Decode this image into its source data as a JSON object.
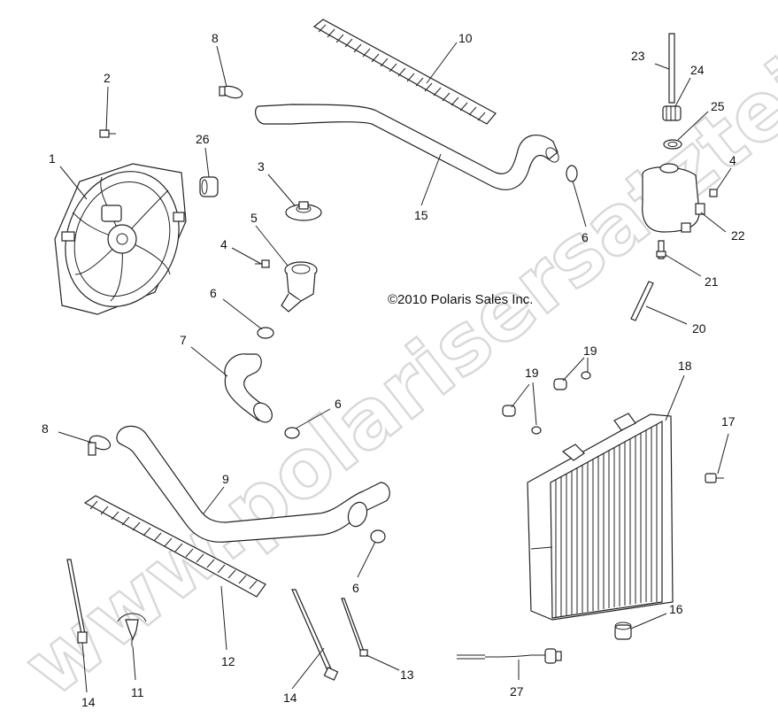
{
  "copyright": "©2010 Polaris Sales Inc.",
  "watermark": "www.polarisersatzteile.de",
  "callouts": [
    {
      "id": "c1",
      "text": "1"
    },
    {
      "id": "c2",
      "text": "2"
    },
    {
      "id": "c3",
      "text": "3"
    },
    {
      "id": "c4a",
      "text": "4"
    },
    {
      "id": "c4b",
      "text": "4"
    },
    {
      "id": "c5",
      "text": "5"
    },
    {
      "id": "c6a",
      "text": "6"
    },
    {
      "id": "c6b",
      "text": "6"
    },
    {
      "id": "c6c",
      "text": "6"
    },
    {
      "id": "c6d",
      "text": "6"
    },
    {
      "id": "c7",
      "text": "7"
    },
    {
      "id": "c8a",
      "text": "8"
    },
    {
      "id": "c8b",
      "text": "8"
    },
    {
      "id": "c9",
      "text": "9"
    },
    {
      "id": "c10",
      "text": "10"
    },
    {
      "id": "c11",
      "text": "11"
    },
    {
      "id": "c12",
      "text": "12"
    },
    {
      "id": "c13",
      "text": "13"
    },
    {
      "id": "c14a",
      "text": "14"
    },
    {
      "id": "c14b",
      "text": "14"
    },
    {
      "id": "c15",
      "text": "15"
    },
    {
      "id": "c16",
      "text": "16"
    },
    {
      "id": "c17",
      "text": "17"
    },
    {
      "id": "c18",
      "text": "18"
    },
    {
      "id": "c19a",
      "text": "19"
    },
    {
      "id": "c19b",
      "text": "19"
    },
    {
      "id": "c20",
      "text": "20"
    },
    {
      "id": "c21",
      "text": "21"
    },
    {
      "id": "c22",
      "text": "22"
    },
    {
      "id": "c23",
      "text": "23"
    },
    {
      "id": "c24",
      "text": "24"
    },
    {
      "id": "c25",
      "text": "25"
    },
    {
      "id": "c26",
      "text": "26"
    },
    {
      "id": "c27",
      "text": "27"
    }
  ]
}
